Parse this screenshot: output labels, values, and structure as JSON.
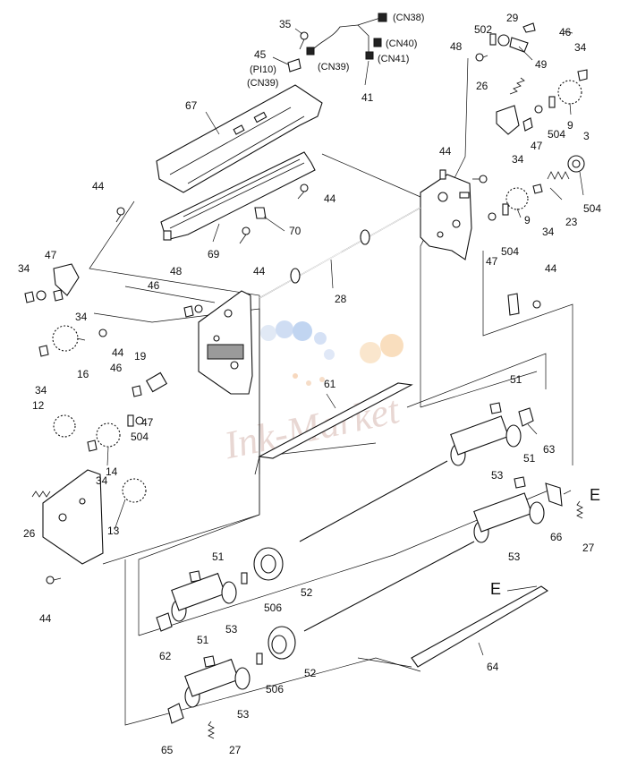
{
  "diagram": {
    "watermark": "Ink-Market",
    "labels": {
      "p35": "35",
      "p45": "45",
      "pi10": "(PI10)",
      "cn39a": "(CN39)",
      "cn39b": "(CN39)",
      "cn38": "(CN38)",
      "cn40": "(CN40)",
      "cn41": "(CN41)",
      "p41": "41",
      "p29": "29",
      "p502": "502",
      "p46a": "46",
      "p48a": "48",
      "p49": "49",
      "p34a": "34",
      "p26a": "26",
      "p9a": "9",
      "p504a": "504",
      "p47a": "47",
      "p34b": "34",
      "p3": "3",
      "p44a": "44",
      "p23": "23",
      "p504b": "504",
      "p67": "67",
      "p44b": "44",
      "p44c": "44",
      "p70": "70",
      "p69": "69",
      "p44d": "44",
      "p9b": "9",
      "p34c": "34",
      "p47b": "47",
      "p504c": "504",
      "p28": "28",
      "p44e": "44",
      "p47c": "47",
      "p34d": "34",
      "p48b": "48",
      "p46b": "46",
      "p34e": "34",
      "p44f": "44",
      "p16": "16",
      "p34f": "34",
      "p19": "19",
      "p46c": "46",
      "p12": "12",
      "p47d": "47",
      "p504d": "504",
      "p14": "14",
      "p34g": "34",
      "p13": "13",
      "p26b": "26",
      "p44g": "44",
      "p61": "61",
      "p51a": "51",
      "p63": "63",
      "p53a": "53",
      "p51b": "51",
      "eA": "E",
      "p66": "66",
      "p27a": "27",
      "p53b": "53",
      "p51c": "51",
      "p52a": "52",
      "p506a": "506",
      "p53c": "53",
      "p62": "62",
      "eB": "E",
      "p64": "64",
      "p51d": "51",
      "p52b": "52",
      "p506b": "506",
      "p53d": "53",
      "p65": "65",
      "p27b": "27"
    }
  }
}
